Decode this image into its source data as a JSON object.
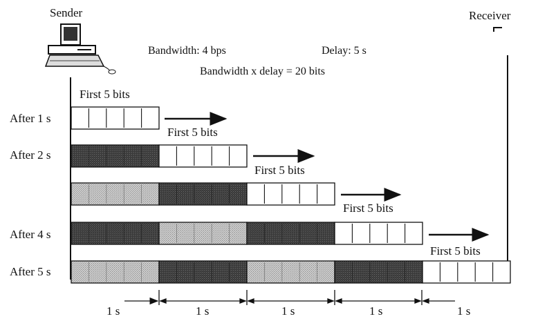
{
  "sender": {
    "label": "Sender"
  },
  "receiver": {
    "label": "Receiver"
  },
  "info": {
    "bandwidth": "Bandwidth: 4 bps",
    "delay": "Delay: 5 s",
    "product": "Bandwidth x delay = 20 bits"
  },
  "rows": [
    {
      "label": "After 1 s",
      "bits_label": "First 5 bits"
    },
    {
      "label": "After 2 s",
      "bits_label": "First 5 bits"
    },
    {
      "label": "",
      "bits_label": "First 5 bits"
    },
    {
      "label": "After 4 s",
      "bits_label": "First 5 bits"
    },
    {
      "label": "After 5 s",
      "bits_label": "First 5 bits"
    }
  ],
  "time_labels": [
    "1 s",
    "1 s",
    "1 s",
    "1 s",
    "1 s"
  ],
  "colors": {
    "dark_block": "#3d3d3d",
    "light_block": "#b9b9b9",
    "empty_block": "#ffffff",
    "line": "#111111"
  }
}
